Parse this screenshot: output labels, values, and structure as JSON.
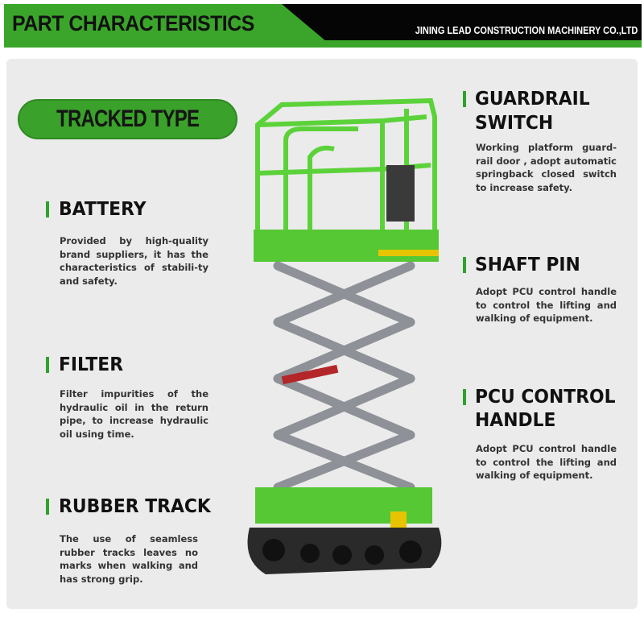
{
  "header": {
    "title": "PART CHARACTERISTICS",
    "company": "JINING LEAD CONSTRUCTION MACHINERY CO.,LTD"
  },
  "badge": "TRACKED TYPE",
  "left": [
    {
      "title": "BATTERY",
      "text": "Provided by high-quality brand suppliers, it has the characteristics of stabili-ty and safety."
    },
    {
      "title": "FILTER",
      "text": "Filter impurities of the hydraulic oil in the return pipe, to increase hydraulic oil using time."
    },
    {
      "title": "RUBBER TRACK",
      "text": "The use of seamless rubber tracks leaves no marks when walking and has strong grip."
    }
  ],
  "right": [
    {
      "title1": "GUARDRAIL",
      "title2": "SWITCH",
      "text": "Working platform guard-rail door , adopt automatic springback closed switch to increase safety."
    },
    {
      "title1": "SHAFT PIN",
      "text": "Adopt PCU control handle to control the lifting and walking of equipment."
    },
    {
      "title1": "PCU CONTROL",
      "title2": "HANDLE",
      "text": "Adopt PCU control handle to control the lifting and walking of equipment."
    }
  ],
  "colors": {
    "green": "#3ba52b",
    "black": "#050505",
    "panel": "#ebebeb"
  }
}
